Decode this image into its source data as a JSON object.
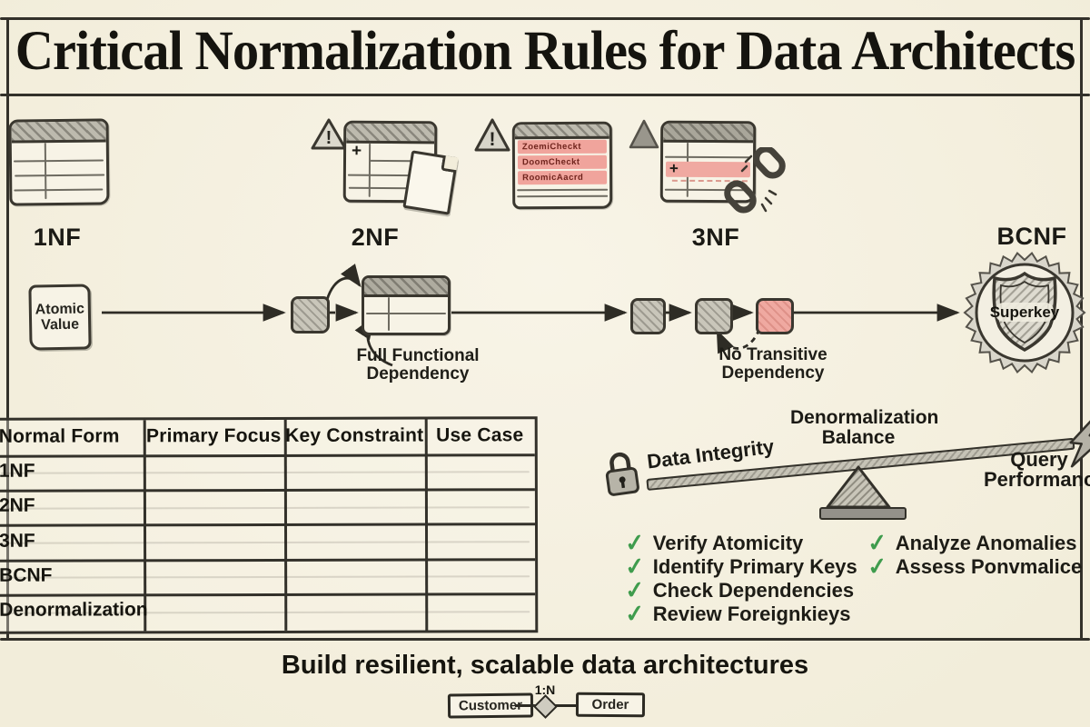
{
  "title": "Critical Normalization Rules for Data Architects",
  "stages": {
    "s1": "1NF",
    "s2": "2NF",
    "s3": "3NF",
    "s4": "BCNF"
  },
  "icons": {
    "plus": "+",
    "exclaim": "!",
    "check": "✓"
  },
  "red_table": {
    "rows": [
      "ZoemiCheckt",
      "DoomCheckt",
      "RoomicAacrd"
    ]
  },
  "flow": {
    "atomic_line1": "Atomic",
    "atomic_line2": "Value",
    "ffd1": "Full Functional",
    "ffd2": "Dependency",
    "ntd1": "No Transitive",
    "ntd2": "Dependency",
    "superkey": "Superkey"
  },
  "table": {
    "headers": [
      "Normal Form",
      "Primary Focus",
      "Key Constraint",
      "Use Case"
    ],
    "rows": [
      "1NF",
      "2NF",
      "3NF",
      "BCNF",
      "Denormalization"
    ]
  },
  "balance": {
    "title1": "Denormalization",
    "title2": "Balance",
    "left": "Data Integrity",
    "right1": "Query",
    "right2": "Performance"
  },
  "checklist": {
    "left": [
      "Verify Atomicity",
      "Identify Primary Keys",
      "Check Dependencies",
      "Review Foreignkieys"
    ],
    "right": [
      "Analyze Anomalies",
      "Assess Ponvmalice"
    ]
  },
  "footer": {
    "tagline": "Build resilient, scalable data architectures",
    "er": {
      "left": "Customer",
      "rel": "1:N",
      "right": "Order"
    }
  },
  "colors": {
    "paper": "#f5f1e3",
    "ink": "#33312a",
    "pink_fill": "#f0a49c",
    "pink_text": "#70241d",
    "green_check": "#3f9c4d",
    "gray_fill": "#c6c3b8"
  }
}
